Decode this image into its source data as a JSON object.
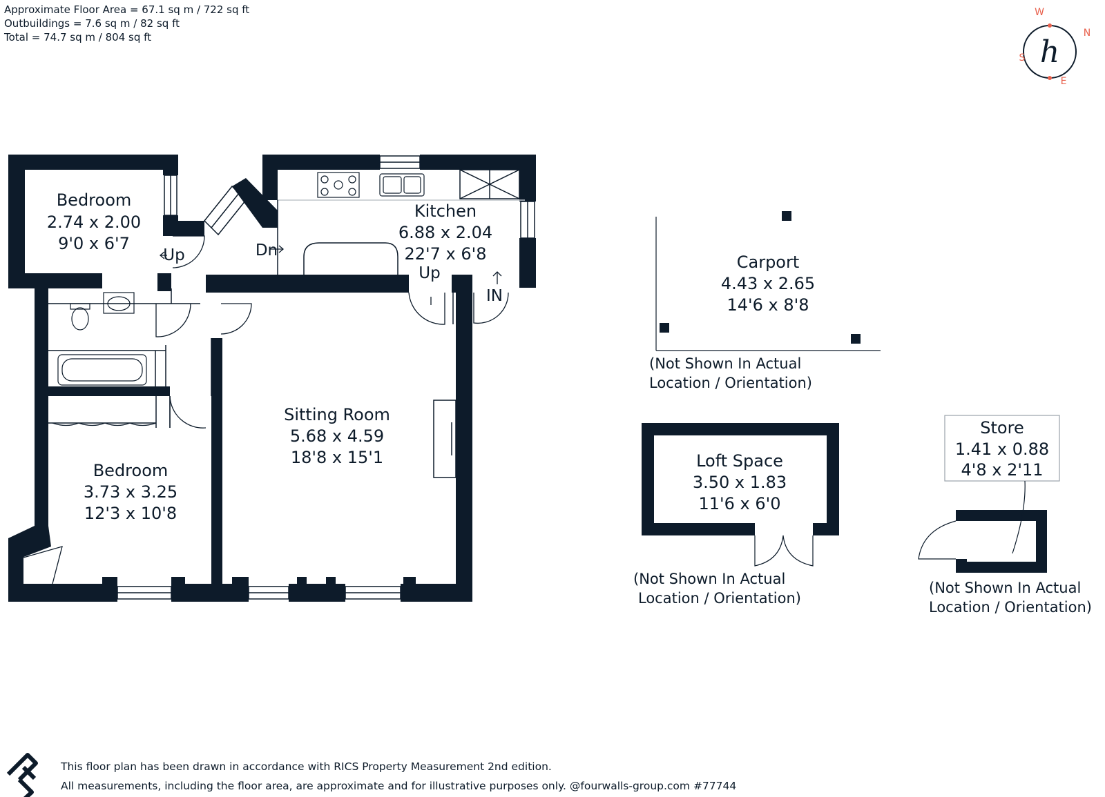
{
  "areas": {
    "floor": "Approximate Floor Area = 67.1 sq m / 722 sq ft",
    "outbuildings": "Outbuildings = 7.6 sq m / 82 sq ft",
    "total": "Total = 74.7 sq m / 804 sq ft"
  },
  "compass": {
    "w": "W",
    "n": "N",
    "s": "S",
    "e": "E",
    "logo_letter": "h",
    "accent": "#e8604c"
  },
  "rooms": {
    "bedroom1": {
      "name": "Bedroom",
      "metric": "2.74 x 2.00",
      "imperial": "9'0 x 6'7"
    },
    "kitchen": {
      "name": "Kitchen",
      "metric": "6.88 x 2.04",
      "imperial": "22'7 x 6'8"
    },
    "sitting": {
      "name": "Sitting Room",
      "metric": "5.68 x 4.59",
      "imperial": "18'8 x 15'1"
    },
    "bedroom2": {
      "name": "Bedroom",
      "metric": "3.73 x 3.25",
      "imperial": "12'3 x 10'8"
    },
    "carport": {
      "name": "Carport",
      "metric": "4.43 x 2.65",
      "imperial": "14'6 x 8'8"
    },
    "loft": {
      "name": "Loft Space",
      "metric": "3.50 x 1.83",
      "imperial": "11'6 x 6'0"
    },
    "store": {
      "name": "Store",
      "metric": "1.41 x 0.88",
      "imperial": "4'8 x 2'11"
    }
  },
  "markers": {
    "up1": "Up",
    "dn": "Dn",
    "up2": "Up",
    "in": "IN"
  },
  "notes": {
    "line1": "(Not Shown In Actual",
    "line2": "Location / Orientation)"
  },
  "footer": {
    "line1": "This floor plan has been drawn in accordance with RICS Property Measurement 2nd edition.",
    "line2": "All measurements, including the floor area, are approximate and for illustrative purposes only. @fourwalls-group.com #77744"
  },
  "colors": {
    "wall": "#0d1b2a",
    "accent": "#e8604c",
    "fixture": "#8a94a0"
  }
}
